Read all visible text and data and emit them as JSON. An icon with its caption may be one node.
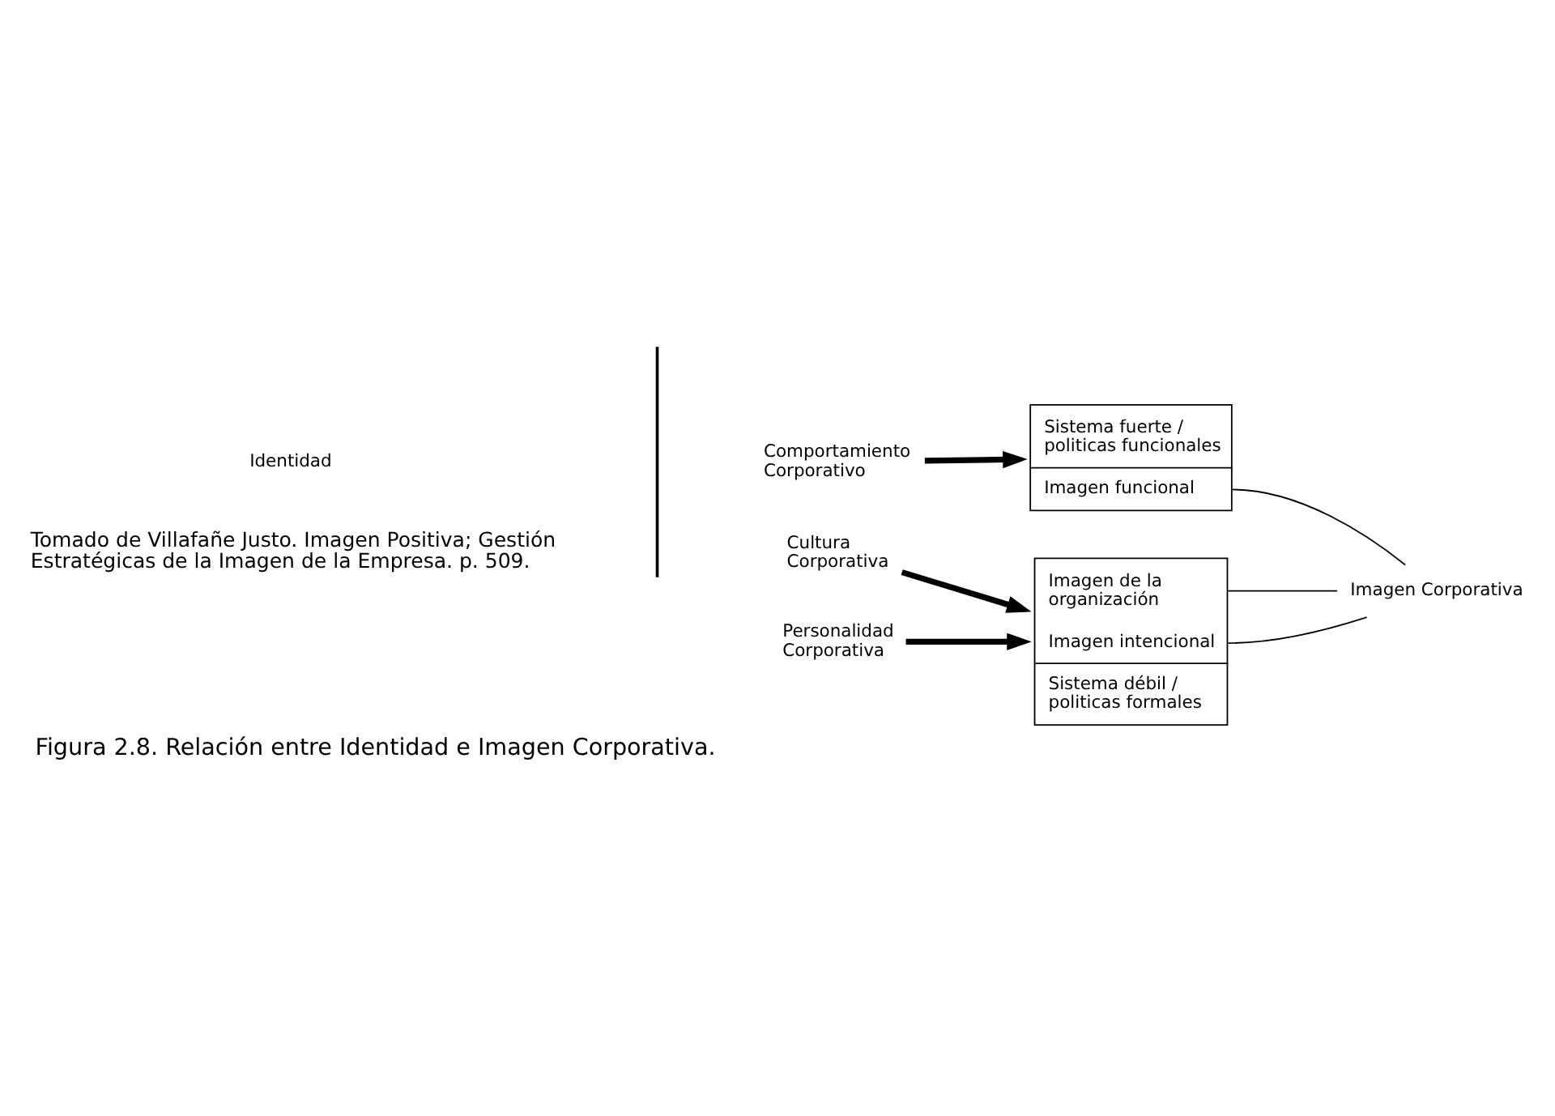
{
  "diagram": {
    "caption": "Figura 2.8. Relación entre Identidad e Imagen Corporativa.",
    "nodes": [
      {
        "text": [
          "Comportamiento Corporativo"
        ]
      },
      {
        "text": [
          "Sistema fuerte / politicas funcionales",
          "Imagen funcional"
        ]
      },
      {
        "text": [
          "Cultura Corporativa"
        ]
      },
      {
        "text": [
          "Personalidad Corporativa"
        ]
      },
      {
        "text": [
          "Imagen de la organización",
          "Imagen intencional",
          "Sistema débil / politicas formales"
        ]
      },
      {
        "text": [
          "Imagen Corporativa"
        ]
      }
    ],
    "edges": [
      {
        "from": 0,
        "to": 1,
        "arrow": "to",
        "style": "thick"
      },
      {
        "from": 2,
        "to": 4,
        "arrow": "to",
        "style": "thick"
      },
      {
        "from": 3,
        "to": 4,
        "arrow": "to",
        "style": "thick"
      },
      {
        "from": 1,
        "to": 5,
        "arrow": "none"
      },
      {
        "from": 4,
        "to": 5,
        "arrow": "none"
      },
      {
        "from": 4,
        "to": 5,
        "arrow": "none"
      }
    ],
    "labels": [
      "Identidad",
      "Tomado de Villafañe Justo. Imagen Positiva; Gestión Estratégicas de la Imagen de la Empresa. p. 509."
    ]
  }
}
